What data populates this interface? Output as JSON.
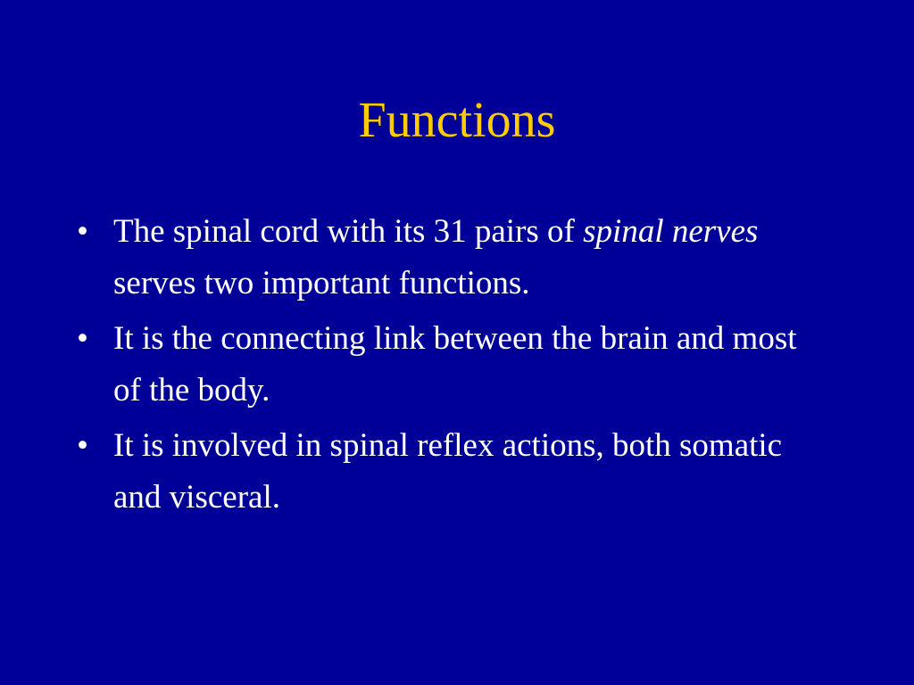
{
  "slide": {
    "title": "Functions",
    "bullet_symbol": "•",
    "bullets": [
      {
        "before": "The spinal cord with its 31 pairs of ",
        "emphasis": "spinal nerves",
        "after": " serves two important functions."
      },
      {
        "text": "It is the connecting link between the brain and most of the body."
      },
      {
        "text": "It is involved in spinal reflex actions, both somatic and visceral."
      }
    ]
  },
  "colors": {
    "background": "#000099",
    "title": "#FFCC00",
    "body_text": "#FFFFFF"
  }
}
